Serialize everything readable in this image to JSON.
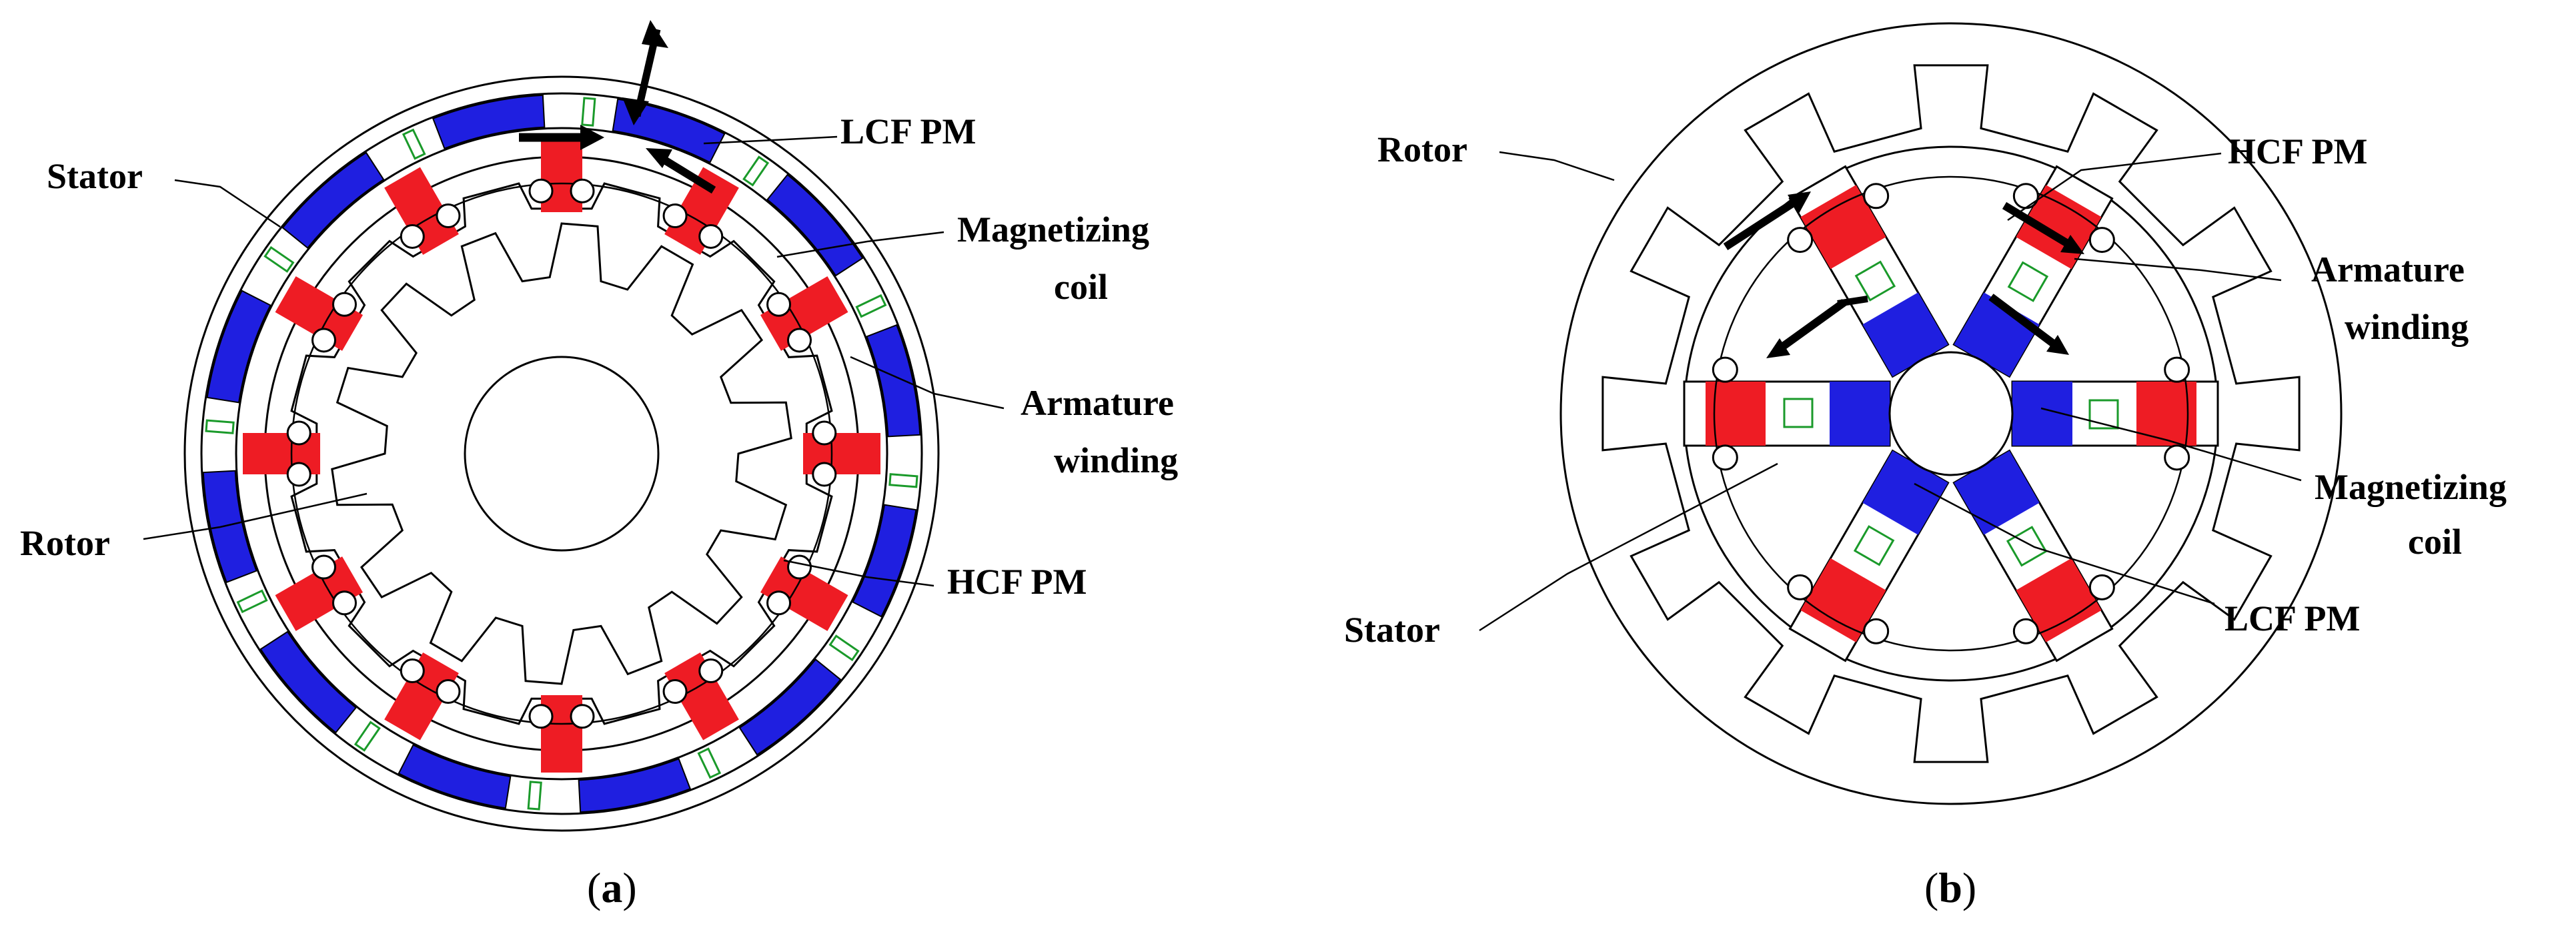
{
  "diagram_a": {
    "labels": {
      "stator": "Stator",
      "rotor": "Rotor",
      "lcf_pm": "LCF PM",
      "magnetizing_coil_1": "Magnetizing",
      "magnetizing_coil_2": "coil",
      "armature_winding_1": "Armature",
      "armature_winding_2": "winding",
      "hcf_pm": "HCF PM"
    },
    "caption": {
      "open": "(",
      "letter": "a",
      "close": ")"
    }
  },
  "diagram_b": {
    "labels": {
      "rotor": "Rotor",
      "hcf_pm": "HCF PM",
      "armature_winding_1": "Armature",
      "armature_winding_2": "winding",
      "magnetizing_coil_1": "Magnetizing",
      "magnetizing_coil_2": "coil",
      "stator": "Stator",
      "lcf_pm": "LCF PM"
    },
    "caption": {
      "open": "(",
      "letter": "b",
      "close": ")"
    }
  },
  "colors": {
    "hcf_pm": "#ee1c24",
    "lcf_pm": "#1f1fe0",
    "magnetizing_coil": "#1a9a2a",
    "line": "#000000"
  }
}
